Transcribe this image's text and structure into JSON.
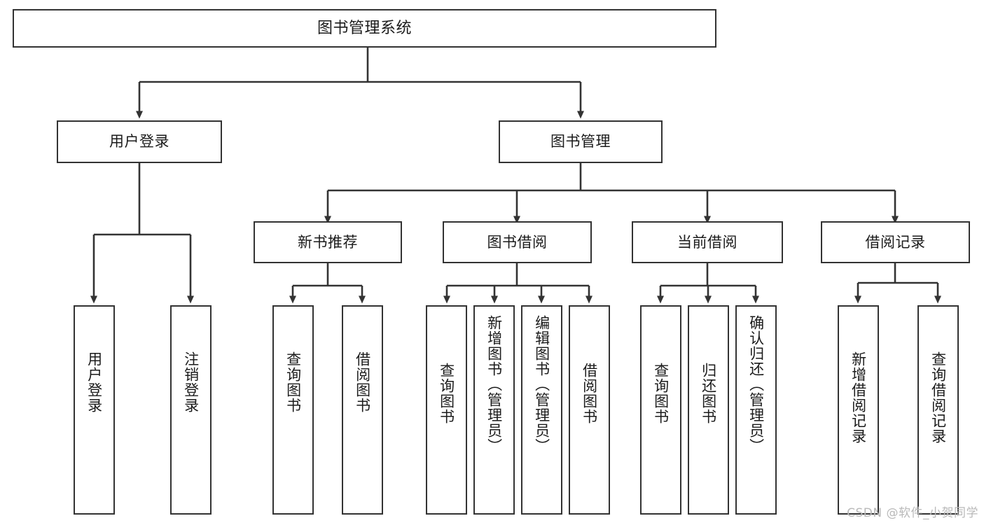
{
  "diagram": {
    "type": "tree-hierarchy",
    "title": "图书管理系统",
    "watermark": "CSDN @软件_小贺同学",
    "colors": {
      "stroke": "#333333",
      "background": "#ffffff",
      "text": "#1b1b1b",
      "watermark": "#b9b9b9"
    },
    "root": {
      "label": "图书管理系统"
    },
    "level1": [
      {
        "label": "用户登录"
      },
      {
        "label": "图书管理"
      }
    ],
    "level2": [
      {
        "label": "新书推荐"
      },
      {
        "label": "图书借阅"
      },
      {
        "label": "当前借阅"
      },
      {
        "label": "借阅记录"
      }
    ],
    "leaves": {
      "user_login": [
        {
          "label": "用户登录"
        },
        {
          "label": "注销登录"
        }
      ],
      "new_book": [
        {
          "label": "查询图书"
        },
        {
          "label": "借阅图书"
        }
      ],
      "book_borrow": [
        {
          "label": "查询图书"
        },
        {
          "label": "新增图书（管理员）"
        },
        {
          "label": "编辑图书（管理员）"
        },
        {
          "label": "借阅图书"
        }
      ],
      "current_borrow": [
        {
          "label": "查询图书"
        },
        {
          "label": "归还图书"
        },
        {
          "label": "确认归还（管理员）"
        }
      ],
      "borrow_record": [
        {
          "label": "新增借阅记录"
        },
        {
          "label": "查询借阅记录"
        }
      ]
    }
  }
}
